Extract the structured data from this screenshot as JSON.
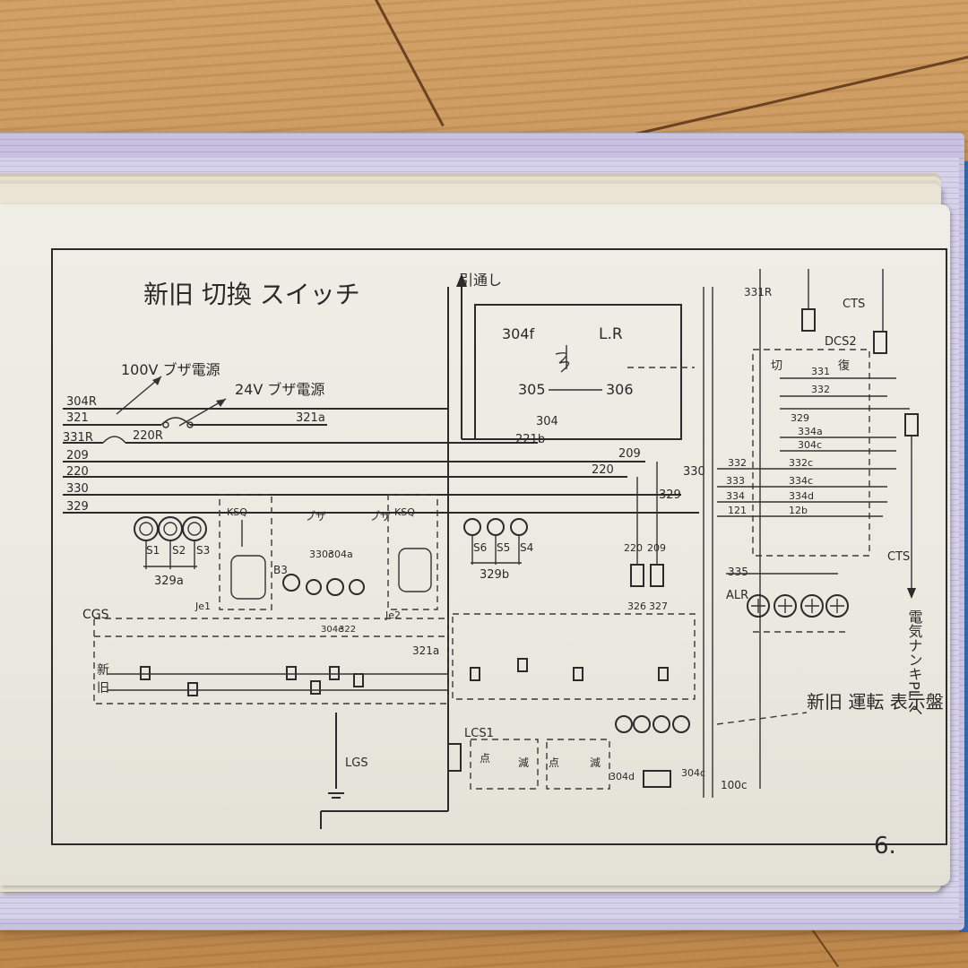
{
  "diagram": {
    "title": "新旧 切換 スイッチ",
    "page_number": "6.",
    "sources": {
      "buzzer_100v": "100V ブザ電源",
      "buzzer_24v": "24V ブザ電源"
    },
    "top_labels": {
      "through": "引通し",
      "relay": "L.R",
      "relay_in": "304f",
      "relay_nc": "305",
      "relay_no": "306"
    },
    "bus_lines": [
      "304R",
      "321",
      "331R",
      "209",
      "220",
      "330",
      "329"
    ],
    "bus_taps": [
      "220R",
      "321a",
      "221b",
      "304",
      "209",
      "220",
      "330",
      "329"
    ],
    "lamp_groups": [
      {
        "label": "329a",
        "lamps": [
          "S1",
          "S2",
          "S3"
        ]
      },
      {
        "label": "329b",
        "lamps": [
          "S6",
          "S5",
          "S4"
        ]
      }
    ],
    "buzzer_boxes": [
      {
        "top": "KSQ",
        "bottom": "Je1"
      },
      {
        "top": "KSQ",
        "bottom": "Je2"
      }
    ],
    "buzzer_label": "ブザ",
    "terminal_labels": [
      "B3",
      "330c",
      "304a",
      "304e",
      "322",
      "326",
      "327",
      "220",
      "209",
      "321a",
      "304d",
      "304c",
      "100c"
    ],
    "left_labels": {
      "cgs": "CGS",
      "new": "新",
      "old": "旧",
      "lgs": "LGS",
      "lcs": "LCS1"
    },
    "lower_switch_labels": [
      "点",
      "減",
      "点",
      "減"
    ],
    "right_panel": {
      "header": "331R",
      "cts_top": "CTS",
      "dcs": "DCS2",
      "switch_labels": [
        "切",
        "復"
      ],
      "rows": [
        "331",
        "332",
        "329",
        "334a",
        "304c",
        "332c",
        "334c",
        "334d",
        "12b"
      ],
      "left_taps": [
        "332",
        "333",
        "334",
        "121"
      ],
      "alarm_header": "335",
      "alarm_label": "ALR",
      "cts_bottom": "CTS",
      "pl_note": "電気ナンキPL へ"
    },
    "panel_note": "新旧 運転 表示盤"
  }
}
